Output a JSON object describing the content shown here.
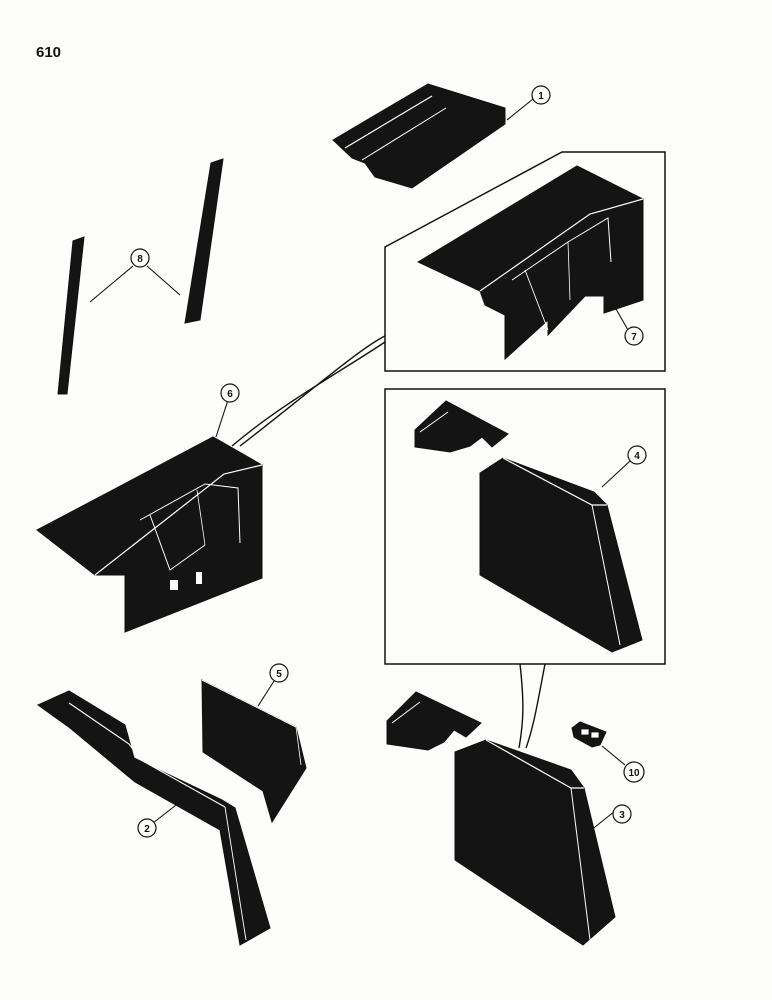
{
  "page": {
    "number": "610"
  },
  "callouts": {
    "c1": "1",
    "c2": "2",
    "c3": "3",
    "c4": "4",
    "c5": "5",
    "c6": "6",
    "c7": "7",
    "c8": "8",
    "c10": "10"
  },
  "colors": {
    "part": "#141414",
    "line": "#111111",
    "paper": "#fdfdfc"
  }
}
